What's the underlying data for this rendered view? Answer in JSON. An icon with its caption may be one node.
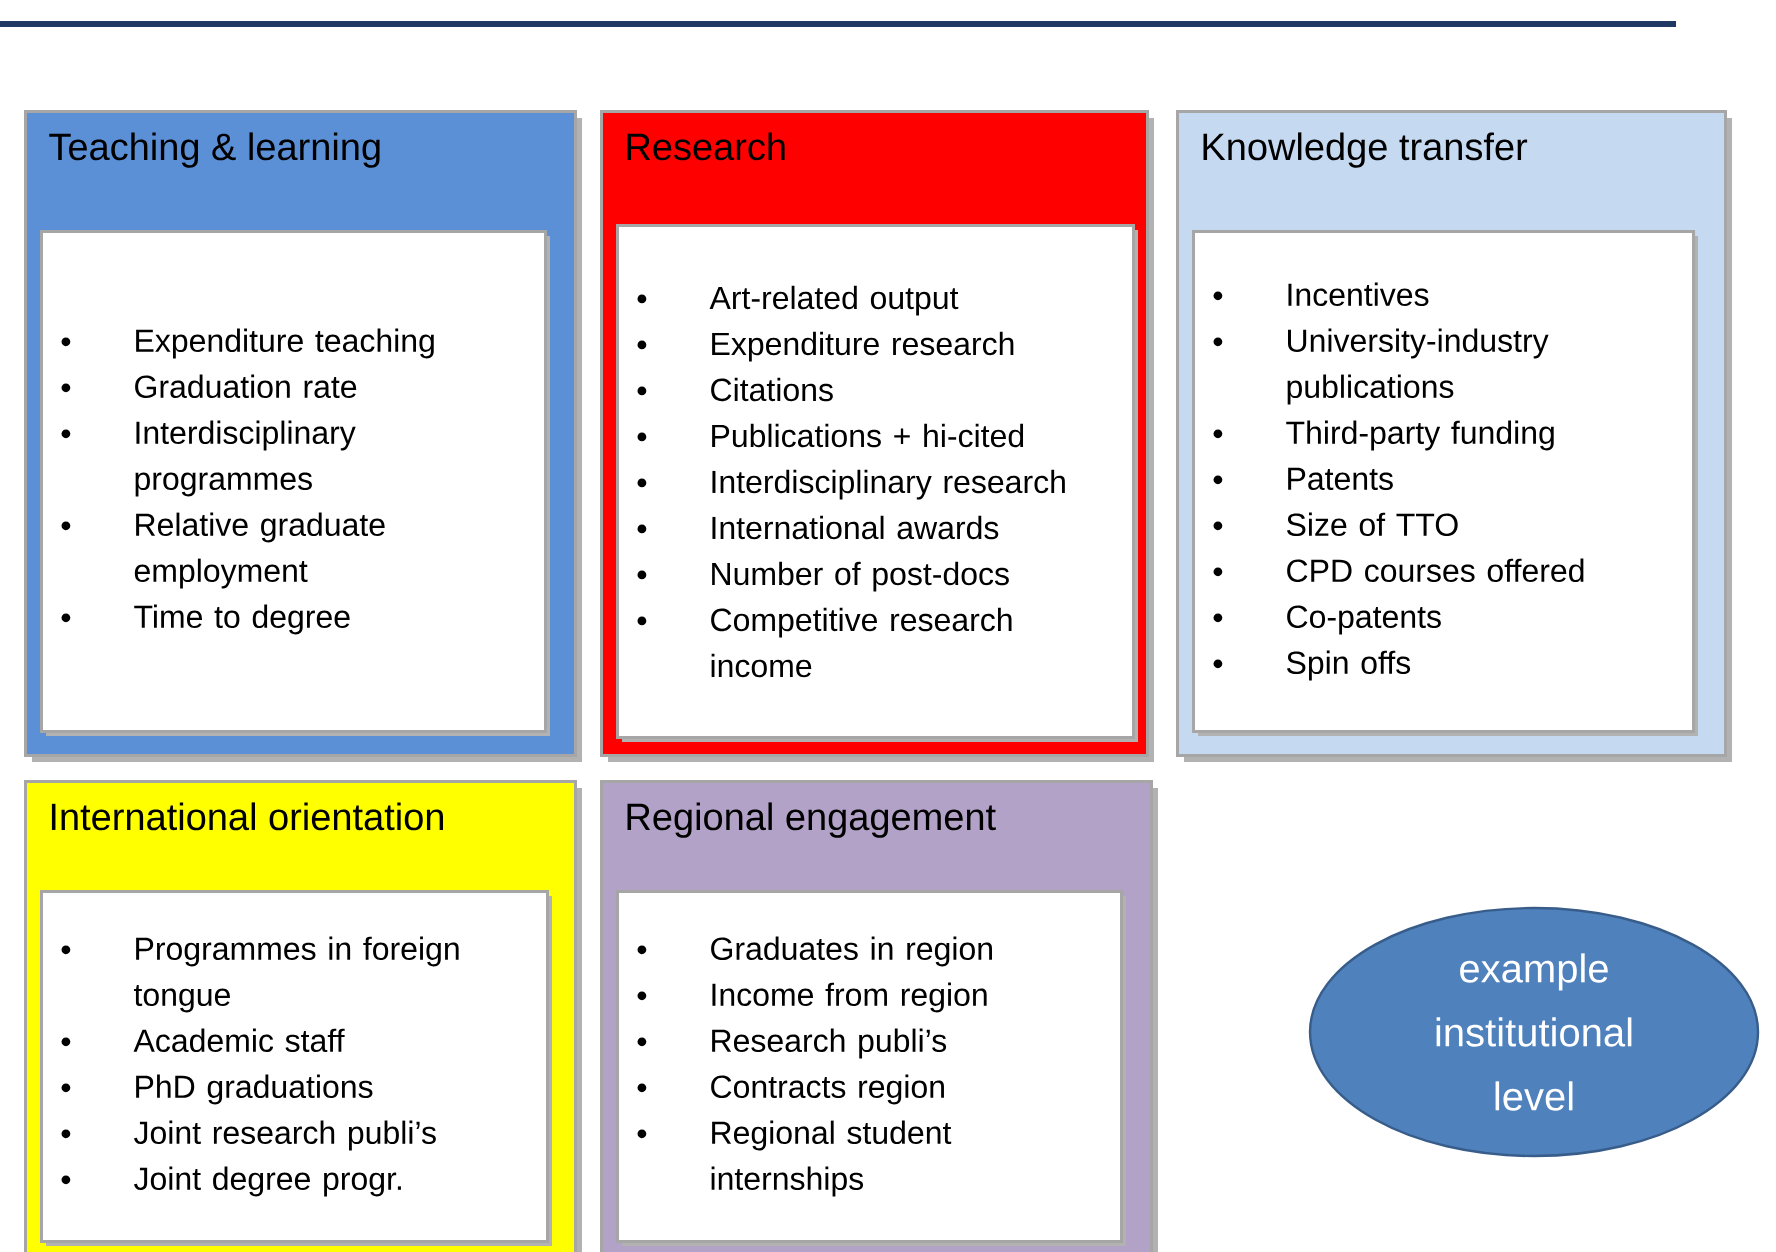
{
  "diagram": {
    "nodes": [
      {
        "text": [
          "Teaching & learning"
        ]
      },
      {
        "text": [
          "Expenditure teaching",
          "Graduation rate",
          "Interdisciplinary programmes",
          "Relative graduate employment",
          "Time to degree"
        ],
        "in": 0
      },
      {
        "text": [
          "Research"
        ]
      },
      {
        "text": [
          "Art-related output",
          "Expenditure research",
          "Citations",
          "Publications + hi-cited",
          "Interdisciplinary research",
          "International awards",
          "Number of post-docs",
          "Competitive research income"
        ],
        "in": 2
      },
      {
        "text": [
          "Knowledge transfer"
        ]
      },
      {
        "text": [
          "Incentives",
          "University-industry publications",
          "Third-party funding",
          "Patents",
          "Size of TTO",
          "CPD courses offered",
          "Co-patents",
          "Spin offs"
        ],
        "in": 4
      },
      {
        "text": [
          "International orientation"
        ]
      },
      {
        "text": [
          "Programmes in foreign tongue",
          "Academic staff",
          "PhD graduations",
          "Joint research publi’s",
          "Joint degree progr."
        ],
        "in": 6
      },
      {
        "text": [
          "Regional engagement"
        ]
      },
      {
        "text": [
          "Graduates in region",
          "Income from region",
          "Research publi’s",
          "Contracts region",
          "Regional student internships"
        ],
        "in": 8
      },
      {
        "text": [
          "example institutional level"
        ]
      }
    ]
  }
}
